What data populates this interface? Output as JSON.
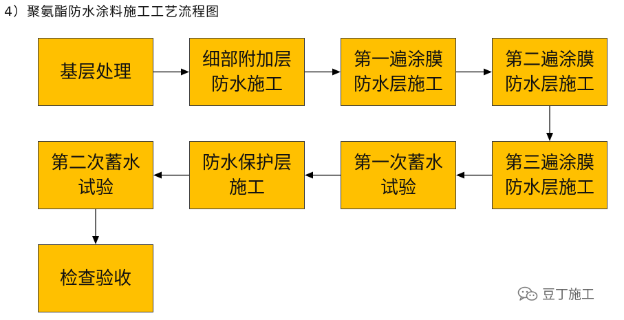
{
  "title": "4）聚氨酯防水涂料施工工艺流程图",
  "colors": {
    "box_fill": "#FFC000",
    "box_border": "#3a3a3a",
    "arrow": "#000000"
  },
  "nodes": {
    "n1": [
      "基层处理"
    ],
    "n2": [
      "细部附加层",
      "防水施工"
    ],
    "n3": [
      "第一遍涂膜",
      "防水层施工"
    ],
    "n4": [
      "第二遍涂膜",
      "防水层施工"
    ],
    "n5": [
      "第三遍涂膜",
      "防水层施工"
    ],
    "n6": [
      "第一次蓄水",
      "试验"
    ],
    "n7": [
      "防水保护层",
      "施工"
    ],
    "n8": [
      "第二次蓄水",
      "试验"
    ],
    "n9": [
      "检查验收"
    ]
  },
  "edges": [
    [
      "n1",
      "n2"
    ],
    [
      "n2",
      "n3"
    ],
    [
      "n3",
      "n4"
    ],
    [
      "n4",
      "n5"
    ],
    [
      "n5",
      "n6"
    ],
    [
      "n6",
      "n7"
    ],
    [
      "n7",
      "n8"
    ],
    [
      "n8",
      "n9"
    ]
  ],
  "watermark": {
    "icon": "wechat-icon",
    "text": "豆丁施工"
  }
}
